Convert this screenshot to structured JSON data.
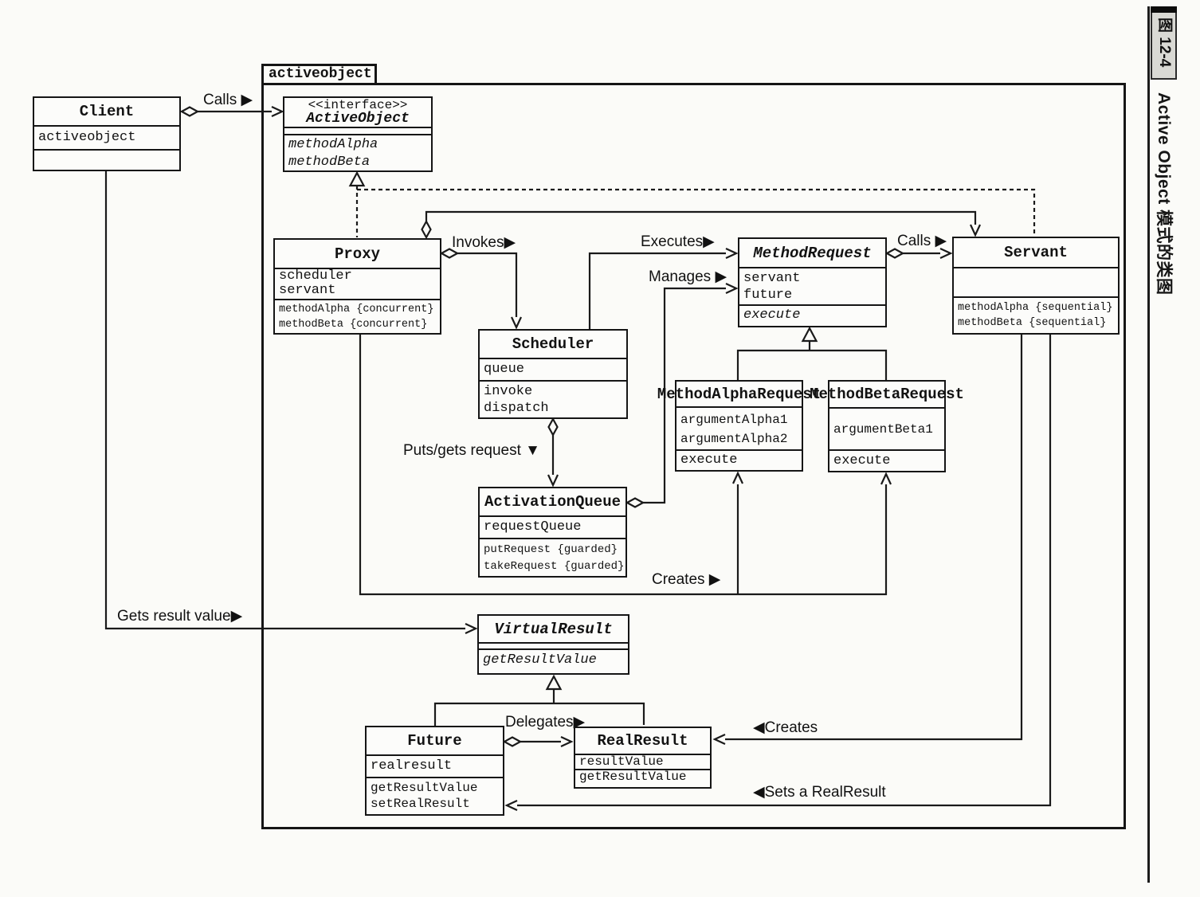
{
  "sidebar": {
    "figure_label": "图 12-4",
    "caption": "Active Object 模式的类图"
  },
  "package": {
    "name": "activeobject"
  },
  "classes": {
    "client": {
      "title": "Client",
      "attrs": [
        "activeobject"
      ],
      "ops": []
    },
    "active_object": {
      "stereotype": "<<interface>>",
      "title": "ActiveObject",
      "ops": [
        "methodAlpha",
        "methodBeta"
      ]
    },
    "proxy": {
      "title": "Proxy",
      "attrs": [
        "scheduler",
        "servant"
      ],
      "ops": [
        "methodAlpha {concurrent}",
        "methodBeta {concurrent}"
      ]
    },
    "scheduler": {
      "title": "Scheduler",
      "attrs": [
        "queue"
      ],
      "ops": [
        "invoke",
        "dispatch"
      ]
    },
    "method_request": {
      "title": "MethodRequest",
      "attrs": [
        "servant",
        "future"
      ],
      "ops": [
        "execute"
      ]
    },
    "servant": {
      "title": "Servant",
      "attrs": [],
      "ops": [
        "methodAlpha {sequential}",
        "methodBeta {sequential}"
      ]
    },
    "method_alpha_request": {
      "title": "MethodAlphaRequest",
      "attrs": [
        "argumentAlpha1",
        "argumentAlpha2"
      ],
      "ops": [
        "execute"
      ]
    },
    "method_beta_request": {
      "title": "MethodBetaRequest",
      "attrs": [
        "argumentBeta1"
      ],
      "ops": [
        "execute"
      ]
    },
    "activation_queue": {
      "title": "ActivationQueue",
      "attrs": [
        "requestQueue"
      ],
      "ops": [
        "putRequest {guarded}",
        "takeRequest {guarded}"
      ]
    },
    "virtual_result": {
      "title": "VirtualResult",
      "ops": [
        "getResultValue"
      ]
    },
    "future": {
      "title": "Future",
      "attrs": [
        "realresult"
      ],
      "ops": [
        "getResultValue",
        "setRealResult"
      ]
    },
    "real_result": {
      "title": "RealResult",
      "attrs": [
        "resultValue"
      ],
      "ops": [
        "getResultValue"
      ]
    }
  },
  "labels": {
    "calls_client": "Calls ▶",
    "invokes": "Invokes▶",
    "executes": "Executes▶",
    "manages": "Manages ▶",
    "calls_servant": "Calls ▶",
    "puts_gets": "Puts/gets request ▼",
    "creates_requests": "Creates ▶",
    "gets_result_value": "Gets result value▶",
    "delegates": "Delegates▶",
    "creates_result": "◀Creates",
    "sets_real_result": "◀Sets a RealResult"
  },
  "colors": {
    "ink": "#1a1a1a",
    "paper": "#fbfbf8",
    "figure_box_bg": "#d9d9d4"
  }
}
